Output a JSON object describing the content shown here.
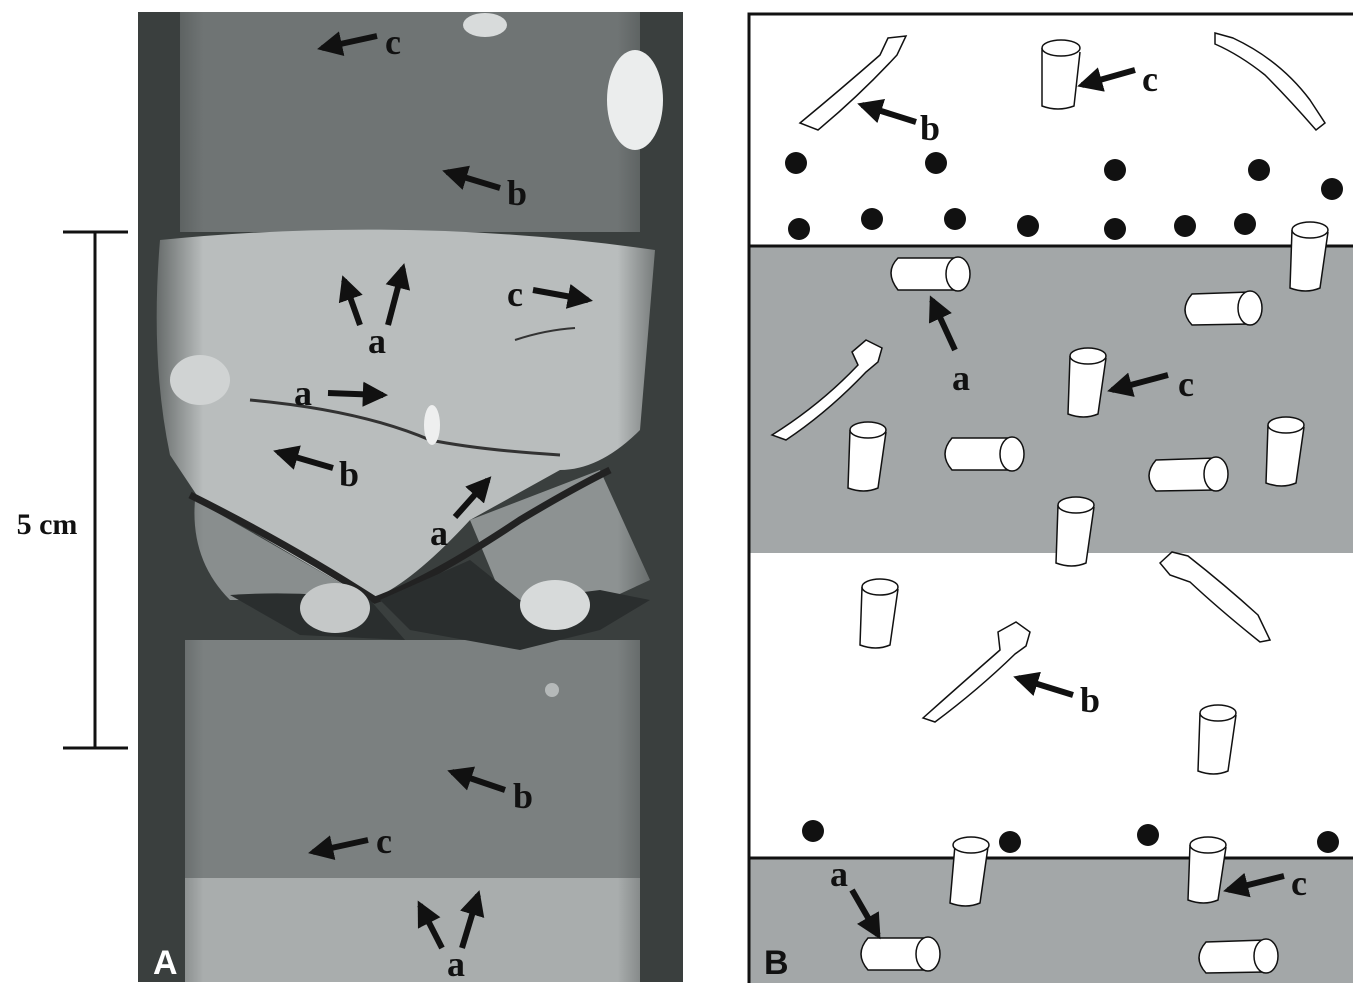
{
  "scale_bar": {
    "label": "5 cm"
  },
  "panel_a": {
    "letter": "A",
    "labels": [
      {
        "id": "c1",
        "text": "c"
      },
      {
        "id": "b1",
        "text": "b"
      },
      {
        "id": "c2",
        "text": "c"
      },
      {
        "id": "a1",
        "text": "a"
      },
      {
        "id": "a2",
        "text": "a"
      },
      {
        "id": "b2",
        "text": "b"
      },
      {
        "id": "a3",
        "text": "a"
      },
      {
        "id": "b3",
        "text": "b"
      },
      {
        "id": "c3",
        "text": "c"
      },
      {
        "id": "a4",
        "text": "a"
      }
    ]
  },
  "panel_b": {
    "letter": "B",
    "labels": [
      {
        "id": "b1",
        "text": "b"
      },
      {
        "id": "c1",
        "text": "c"
      },
      {
        "id": "a1",
        "text": "a"
      },
      {
        "id": "c2",
        "text": "c"
      },
      {
        "id": "b2",
        "text": "b"
      },
      {
        "id": "a2",
        "text": "a"
      },
      {
        "id": "c3",
        "text": "c"
      }
    ]
  },
  "colors": {
    "photo_dark": "#3a3f3e",
    "photo_light": "#c9cbcb",
    "band_gray": "#a3a7a8",
    "ink": "#111111"
  }
}
